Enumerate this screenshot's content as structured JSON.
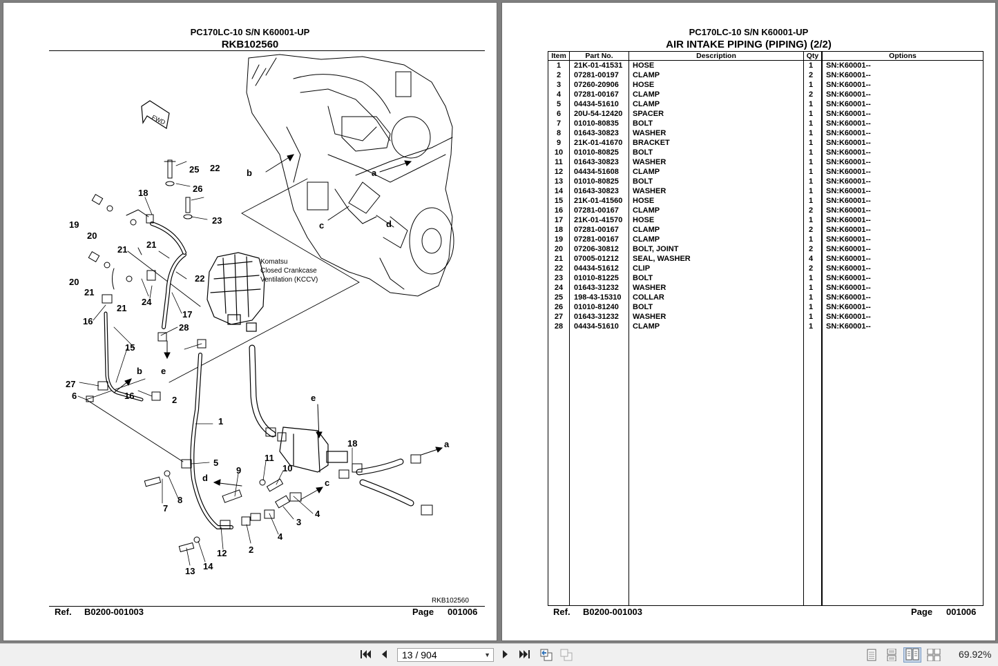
{
  "left_page": {
    "model": "PC170LC-10 S/N K60001-UP",
    "drawing_id": "RKB102560",
    "drawing_ref_small": "RKB102560",
    "fwd_label": "FWD",
    "kccv_label": [
      "Komatsu",
      "Closed Crankcase",
      "Ventilation (KCCV)"
    ],
    "callouts": [
      "1",
      "2",
      "2",
      "3",
      "4",
      "4",
      "5",
      "6",
      "7",
      "8",
      "9",
      "10",
      "11",
      "12",
      "13",
      "14",
      "15",
      "16",
      "16",
      "17",
      "18",
      "18",
      "19",
      "20",
      "20",
      "21",
      "21",
      "21",
      "21",
      "22",
      "22",
      "23",
      "24",
      "25",
      "26",
      "27",
      "28"
    ],
    "letters": [
      "a",
      "a",
      "b",
      "b",
      "c",
      "c",
      "d",
      "d",
      "e",
      "e"
    ],
    "footer": {
      "ref_label": "Ref.",
      "ref_value": "B0200-001003",
      "page_label": "Page",
      "page_value": "001006"
    }
  },
  "right_page": {
    "model": "PC170LC-10 S/N K60001-UP",
    "title": "AIR INTAKE PIPING (PIPING) (2/2)",
    "columns": [
      "Item",
      "Part No.",
      "Description",
      "Qty",
      "Options"
    ],
    "rows": [
      [
        "1",
        "21K-01-41531",
        "HOSE",
        "1",
        "SN:K60001--"
      ],
      [
        "2",
        "07281-00197",
        "CLAMP",
        "2",
        "SN:K60001--"
      ],
      [
        "3",
        "07260-20906",
        "HOSE",
        "1",
        "SN:K60001--"
      ],
      [
        "4",
        "07281-00167",
        "CLAMP",
        "2",
        "SN:K60001--"
      ],
      [
        "5",
        "04434-51610",
        "CLAMP",
        "1",
        "SN:K60001--"
      ],
      [
        "6",
        "20U-54-12420",
        "SPACER",
        "1",
        "SN:K60001--"
      ],
      [
        "7",
        "01010-80835",
        "BOLT",
        "1",
        "SN:K60001--"
      ],
      [
        "8",
        "01643-30823",
        "WASHER",
        "1",
        "SN:K60001--"
      ],
      [
        "9",
        "21K-01-41670",
        "BRACKET",
        "1",
        "SN:K60001--"
      ],
      [
        "10",
        "01010-80825",
        "BOLT",
        "1",
        "SN:K60001--"
      ],
      [
        "11",
        "01643-30823",
        "WASHER",
        "1",
        "SN:K60001--"
      ],
      [
        "12",
        "04434-51608",
        "CLAMP",
        "1",
        "SN:K60001--"
      ],
      [
        "13",
        "01010-80825",
        "BOLT",
        "1",
        "SN:K60001--"
      ],
      [
        "14",
        "01643-30823",
        "WASHER",
        "1",
        "SN:K60001--"
      ],
      [
        "15",
        "21K-01-41560",
        "HOSE",
        "1",
        "SN:K60001--"
      ],
      [
        "16",
        "07281-00167",
        "CLAMP",
        "2",
        "SN:K60001--"
      ],
      [
        "17",
        "21K-01-41570",
        "HOSE",
        "1",
        "SN:K60001--"
      ],
      [
        "18",
        "07281-00167",
        "CLAMP",
        "2",
        "SN:K60001--"
      ],
      [
        "19",
        "07281-00167",
        "CLAMP",
        "1",
        "SN:K60001--"
      ],
      [
        "20",
        "07206-30812",
        "BOLT, JOINT",
        "2",
        "SN:K60001--"
      ],
      [
        "21",
        "07005-01212",
        "SEAL, WASHER",
        "4",
        "SN:K60001--"
      ],
      [
        "22",
        "04434-51612",
        "CLIP",
        "2",
        "SN:K60001--"
      ],
      [
        "23",
        "01010-81225",
        "BOLT",
        "1",
        "SN:K60001--"
      ],
      [
        "24",
        "01643-31232",
        "WASHER",
        "1",
        "SN:K60001--"
      ],
      [
        "25",
        "198-43-15310",
        "COLLAR",
        "1",
        "SN:K60001--"
      ],
      [
        "26",
        "01010-81240",
        "BOLT",
        "1",
        "SN:K60001--"
      ],
      [
        "27",
        "01643-31232",
        "WASHER",
        "1",
        "SN:K60001--"
      ],
      [
        "28",
        "04434-51610",
        "CLAMP",
        "1",
        "SN:K60001--"
      ]
    ],
    "footer": {
      "ref_label": "Ref.",
      "ref_value": "B0200-001003",
      "page_label": "Page",
      "page_value": "001006"
    }
  },
  "toolbar": {
    "page_field": "13 / 904",
    "zoom": "69.92%",
    "icons": [
      "first-page-icon",
      "prev-page-icon",
      "dropdown-arrow-icon",
      "next-page-icon",
      "last-page-icon",
      "previous-view-icon",
      "next-view-icon",
      "single-page-view-icon",
      "continuous-view-icon",
      "two-page-view-icon",
      "continuous-facing-view-icon"
    ]
  }
}
